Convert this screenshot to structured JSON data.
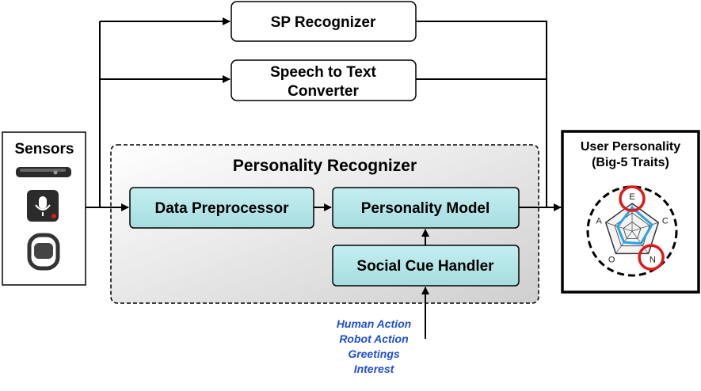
{
  "sensors": {
    "title": "Sensors",
    "icons": [
      "camera-sensor-icon",
      "microphone-app-icon",
      "smartwatch-icon"
    ]
  },
  "sp_recognizer": {
    "label": "SP Recognizer"
  },
  "speech_to_text": {
    "line1": "Speech to Text",
    "line2": "Converter"
  },
  "personality_recognizer": {
    "title": "Personality Recognizer",
    "data_preprocessor": "Data Preprocessor",
    "personality_model": "Personality Model",
    "social_cue_handler": "Social Cue Handler"
  },
  "social_cues": {
    "items": [
      "Human Action",
      "Robot Action",
      "Greetings",
      "Interest"
    ],
    "color": "#1f4fd6"
  },
  "user_personality": {
    "line1": "User Personality",
    "line2": "(Big-5 Traits)",
    "traits": [
      "E",
      "C",
      "N",
      "O",
      "A"
    ],
    "highlighted": [
      "E",
      "N"
    ],
    "profile": [
      0.85,
      0.75,
      0.55,
      0.5,
      0.55
    ],
    "profile_color": "#2aa3e6",
    "highlight_color": "#e01818"
  },
  "colors": {
    "box_fill": "#b3e3e6",
    "box_stroke": "#000000",
    "panel_fill": "#e0e0e0"
  }
}
